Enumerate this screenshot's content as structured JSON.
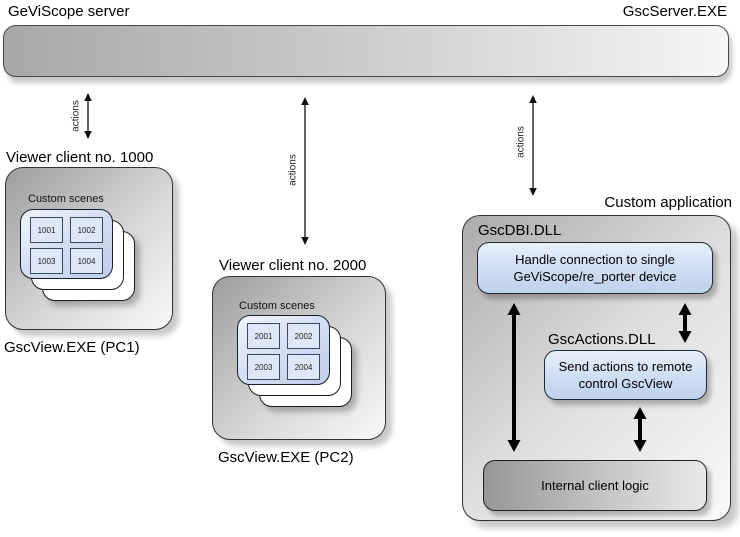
{
  "header": {
    "server_title": "GeViScope server",
    "server_exe": "GscServer.EXE"
  },
  "arrows": {
    "server_client1_label": "actions",
    "server_client2_label": "actions",
    "server_app_label": "actions"
  },
  "client1": {
    "title": "Viewer client no. 1000",
    "scenes_label": "Custom scenes",
    "scenes": [
      "1001",
      "1002",
      "1003",
      "1004"
    ],
    "exe_label": "GscView.EXE (PC1)"
  },
  "client2": {
    "title": "Viewer client no. 2000",
    "scenes_label": "Custom scenes",
    "scenes": [
      "2001",
      "2002",
      "2003",
      "2004"
    ],
    "exe_label": "GscView.EXE (PC2)"
  },
  "custom_app": {
    "title": "Custom application",
    "gscdbi_label": "GscDBI.DLL",
    "handle_line1": "Handle connection to single",
    "handle_line2": "GeViScope/re_porter device",
    "gscactions_label": "GscActions.DLL",
    "send_line1": "Send actions to remote",
    "send_line2": "control GscView",
    "internal_logic": "Internal client logic"
  },
  "colors": {
    "blue_box_top": "#e8f0fb",
    "blue_box_bottom": "#bed2ec",
    "box_gray_dark": "#9d9d9d",
    "box_gray_light": "#f9f9f9",
    "arrow_black": "#000000"
  }
}
